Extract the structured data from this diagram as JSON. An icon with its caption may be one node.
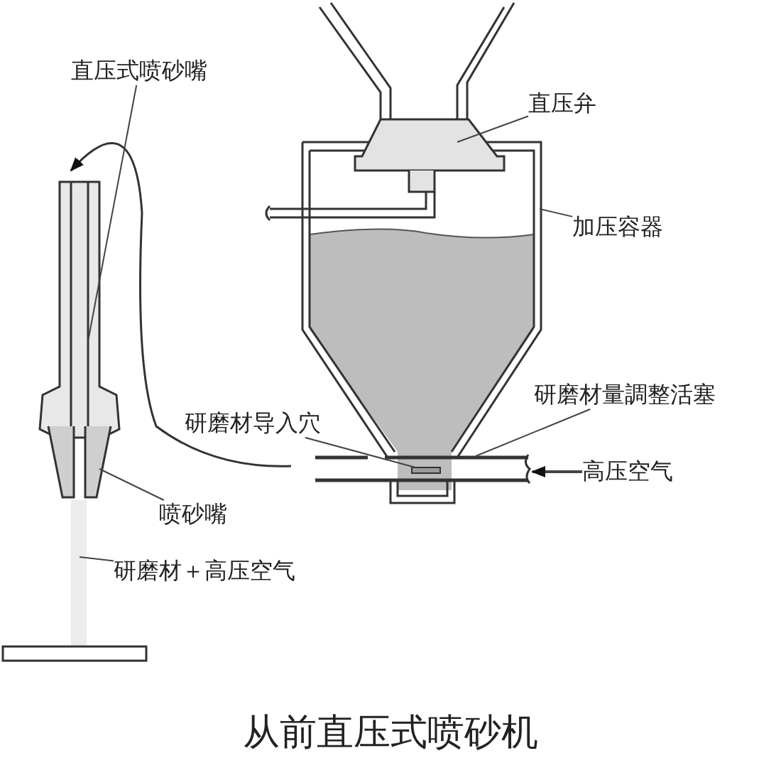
{
  "diagram": {
    "caption": "从前直压式喷砂机",
    "nodes": [
      {
        "text": [
          "直压式喷砂嘴"
        ]
      },
      {
        "text": [
          "直压弁"
        ]
      },
      {
        "text": [
          "加压容器"
        ]
      },
      {
        "text": [
          "研磨材量調整活塞"
        ]
      },
      {
        "text": [
          "研磨材导入穴"
        ]
      },
      {
        "text": [
          "高压空气"
        ]
      },
      {
        "text": [
          "喷砂嘴"
        ]
      },
      {
        "text": [
          "研磨材＋高压空气"
        ]
      },
      {
        "text": [],
        "shape": "bar"
      }
    ],
    "edges": [
      {
        "from": 0,
        "to": null,
        "arrow": "none"
      },
      {
        "from": 1,
        "to": null,
        "arrow": "none"
      },
      {
        "from": 2,
        "to": null,
        "arrow": "none"
      },
      {
        "from": 3,
        "to": null,
        "arrow": "none"
      },
      {
        "from": 4,
        "to": 8,
        "arrow": "none"
      },
      {
        "from": 5,
        "to": null,
        "arrow": "to"
      },
      {
        "from": 6,
        "to": null,
        "arrow": "none"
      },
      {
        "from": 7,
        "to": null,
        "arrow": "none"
      }
    ]
  }
}
